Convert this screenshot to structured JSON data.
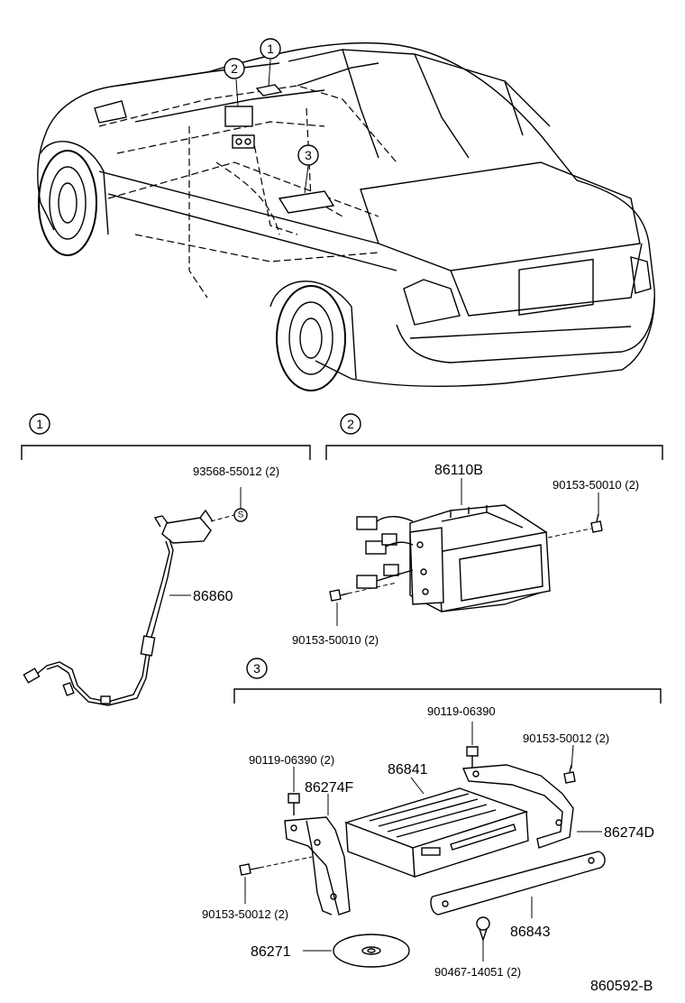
{
  "callouts": {
    "c1": "1",
    "c2": "2",
    "c3": "3"
  },
  "section1": {
    "parts": {
      "p93568": "93568-55012 (2)",
      "p86860": "86860",
      "s_mark": "S"
    }
  },
  "section2": {
    "parts": {
      "p86110B": "86110B",
      "p90153a": "90153-50010 (2)",
      "p90153b": "90153-50010 (2)"
    }
  },
  "section3": {
    "parts": {
      "p90119a": "90119-06390",
      "p90153a": "90153-50012 (2)",
      "p90119b": "90119-06390 (2)",
      "p86841": "86841",
      "p86274F": "86274F",
      "p86274D": "86274D",
      "p90153b": "90153-50012 (2)",
      "p86843": "86843",
      "p86271": "86271",
      "p90467": "90467-14051 (2)"
    }
  },
  "figure_code": "860592-B"
}
